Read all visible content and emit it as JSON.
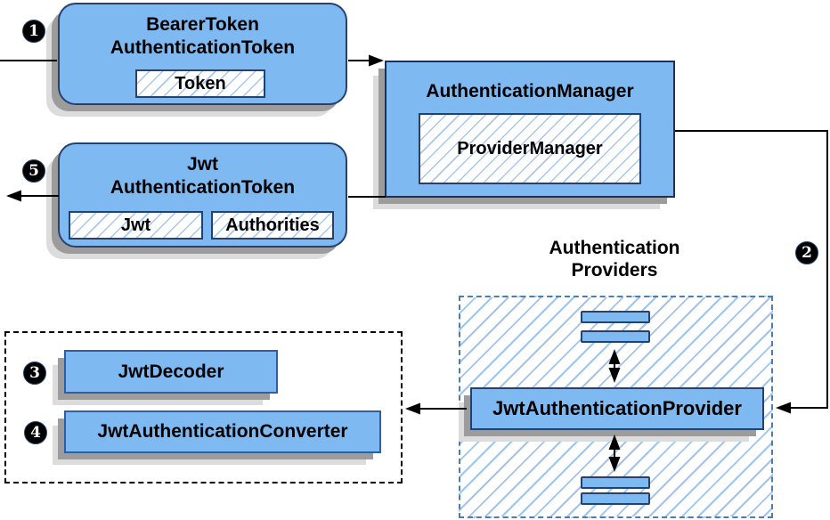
{
  "colors": {
    "node_fill": "#7EB9F2",
    "node_border_navy": "#24426E",
    "node_border_blue": "#2E5FA6",
    "hatch_line": "#A6C8F0",
    "dashed_blue_border": "#4C7CB0",
    "dashed_black_border": "#000000",
    "shadow_dark": "#9C9C9C",
    "shadow_light": "#DCDCDC",
    "arrow": "#000000",
    "badge_bg": "#000000",
    "badge_text": "#FFFFFF"
  },
  "steps": {
    "s1": "1",
    "s2": "2",
    "s3": "3",
    "s4": "4",
    "s5": "5"
  },
  "nodes": {
    "bearer": {
      "line1": "BearerToken",
      "line2": "AuthenticationToken",
      "chip": "Token"
    },
    "manager": {
      "title": "AuthenticationManager",
      "chip": "ProviderManager"
    },
    "jwt": {
      "line1": "Jwt",
      "line2": "AuthenticationToken",
      "chip_jwt": "Jwt",
      "chip_authorities": "Authorities"
    },
    "providers": {
      "label_line1": "Authentication",
      "label_line2": "Providers",
      "provider_label": "JwtAuthenticationProvider"
    },
    "decoder": {
      "label": "JwtDecoder"
    },
    "converter": {
      "label": "JwtAuthenticationConverter"
    }
  }
}
